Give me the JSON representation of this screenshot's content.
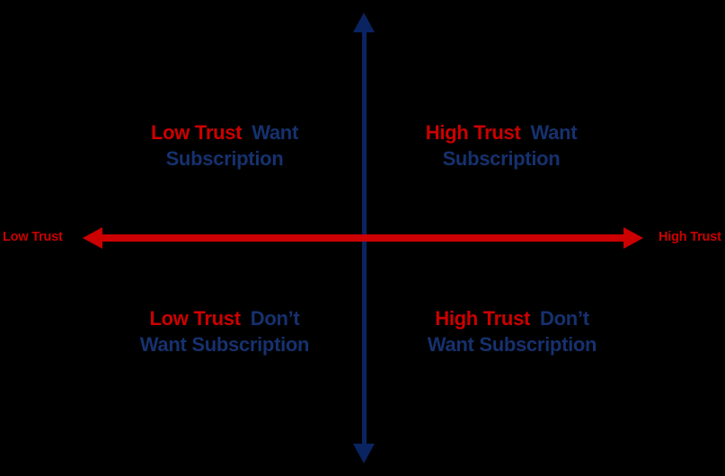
{
  "diagram": {
    "type": "two-by-two-quadrant-matrix",
    "colors": {
      "background": "#000000",
      "horizontal_axis": "#CC0000",
      "vertical_axis": "#0A2461",
      "trust_text": "#CC0000",
      "subscription_text": "#16316E"
    },
    "axes": {
      "horizontal": {
        "name": "trust-axis",
        "orientation": "horizontal",
        "arrowheads": "both",
        "left_label": "Low Trust",
        "right_label": "High Trust"
      },
      "vertical": {
        "name": "subscription-axis",
        "orientation": "vertical",
        "arrowheads": "both",
        "top_label": "",
        "bottom_label": ""
      }
    },
    "quadrants": [
      {
        "position": "top-left",
        "trust": "Low Trust",
        "want": "Want",
        "subscription": "Subscription",
        "full_text": "Low Trust Want Subscription"
      },
      {
        "position": "top-right",
        "trust": "High Trust",
        "want": "Want",
        "subscription": "Subscription",
        "full_text": "High Trust Want Subscription"
      },
      {
        "position": "bottom-left",
        "trust": "Low Trust",
        "want": "Don’t",
        "subscription": "Want Subscription",
        "full_text": "Low Trust Don’t Want Subscription"
      },
      {
        "position": "bottom-right",
        "trust": "High Trust",
        "want": "Don’t",
        "subscription": "Want Subscription",
        "full_text": "High Trust Don’t Want Subscription"
      }
    ]
  }
}
